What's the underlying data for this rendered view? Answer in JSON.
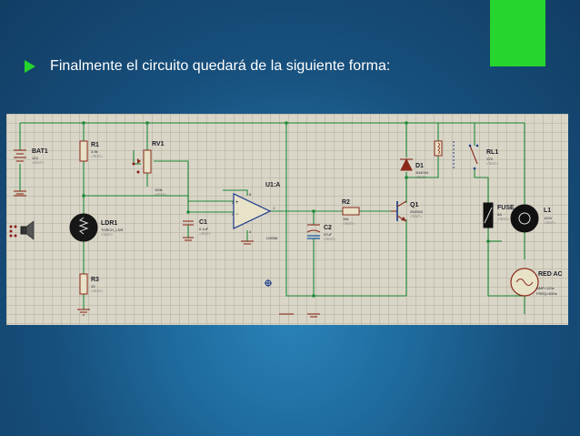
{
  "slide": {
    "bullet_text": "Finalmente el circuito quedará de la siguiente forma:",
    "accent_color": "#26d52d"
  },
  "schematic": {
    "components": {
      "bat1": {
        "ref": "BAT1",
        "value": "12V",
        "text": "<TEXT>"
      },
      "r1": {
        "ref": "R1",
        "value": "3.9k",
        "text": "<TEXT>"
      },
      "rv1": {
        "ref": "RV1",
        "value": "100k",
        "text": "<TEXT>"
      },
      "ldr1": {
        "ref": "LDR1",
        "value": "TORCH_LDR",
        "text": "<TEXT>"
      },
      "r3": {
        "ref": "R3",
        "value": "10",
        "text": "<TEXT>"
      },
      "c1": {
        "ref": "C1",
        "value": "0.1uF",
        "text": "<TEXT>"
      },
      "u1a": {
        "ref": "U1:A",
        "value": "LM358",
        "pin2": "2",
        "pin3": "3",
        "pin1": "1",
        "pin8": "8",
        "pin4": "4"
      },
      "r2": {
        "ref": "R2",
        "value": "10k",
        "text": "<TEXT>"
      },
      "c2": {
        "ref": "C2",
        "value": "47uF",
        "text": "<TEXT>"
      },
      "d1": {
        "ref": "D1",
        "value": "1N4004",
        "text": "<TEXT>"
      },
      "q1": {
        "ref": "Q1",
        "value": "2N3904",
        "text": "<TEXT>"
      },
      "rl1": {
        "ref": "RL1",
        "value": "12V",
        "text": "<TEXT>"
      },
      "fuse": {
        "ref": "FUSE",
        "value": "5A",
        "text": "<TEXT>"
      },
      "l1": {
        "ref": "L1",
        "value": "120V",
        "text": "<TEXT>"
      },
      "redac": {
        "ref": "RED AC",
        "amp": "AMP=120v",
        "freq": "FREQ=60Hz"
      }
    }
  }
}
